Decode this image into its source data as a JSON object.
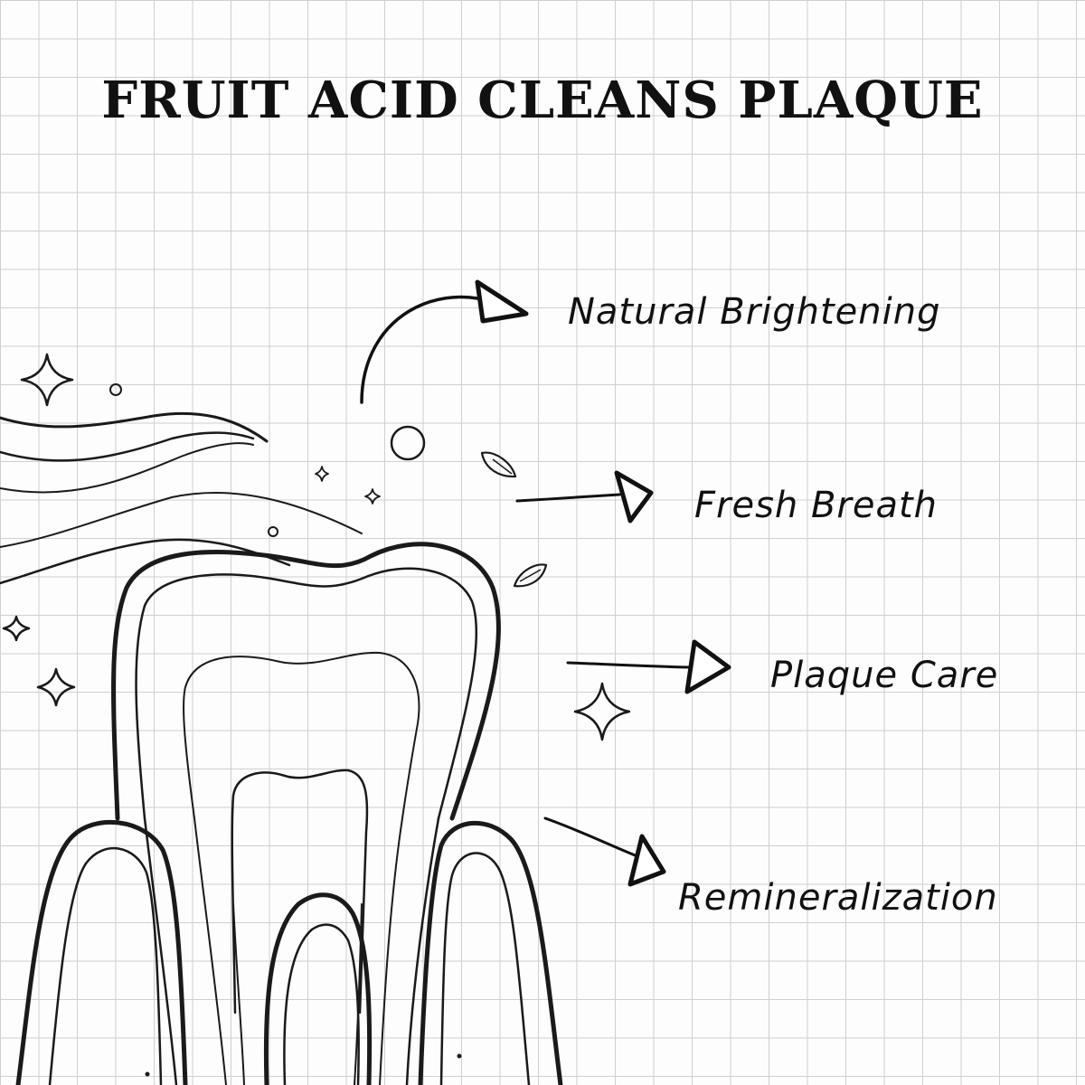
{
  "title": "FRUIT ACID CLEANS PLAQUE",
  "benefits": [
    {
      "label": "Natural Brightening"
    },
    {
      "label": "Fresh Breath"
    },
    {
      "label": "Plaque Care"
    },
    {
      "label": "Remineralization"
    }
  ],
  "colors": {
    "ink": "#111111",
    "grid": "#cfcfd4",
    "paper": "#fdfdfd"
  }
}
